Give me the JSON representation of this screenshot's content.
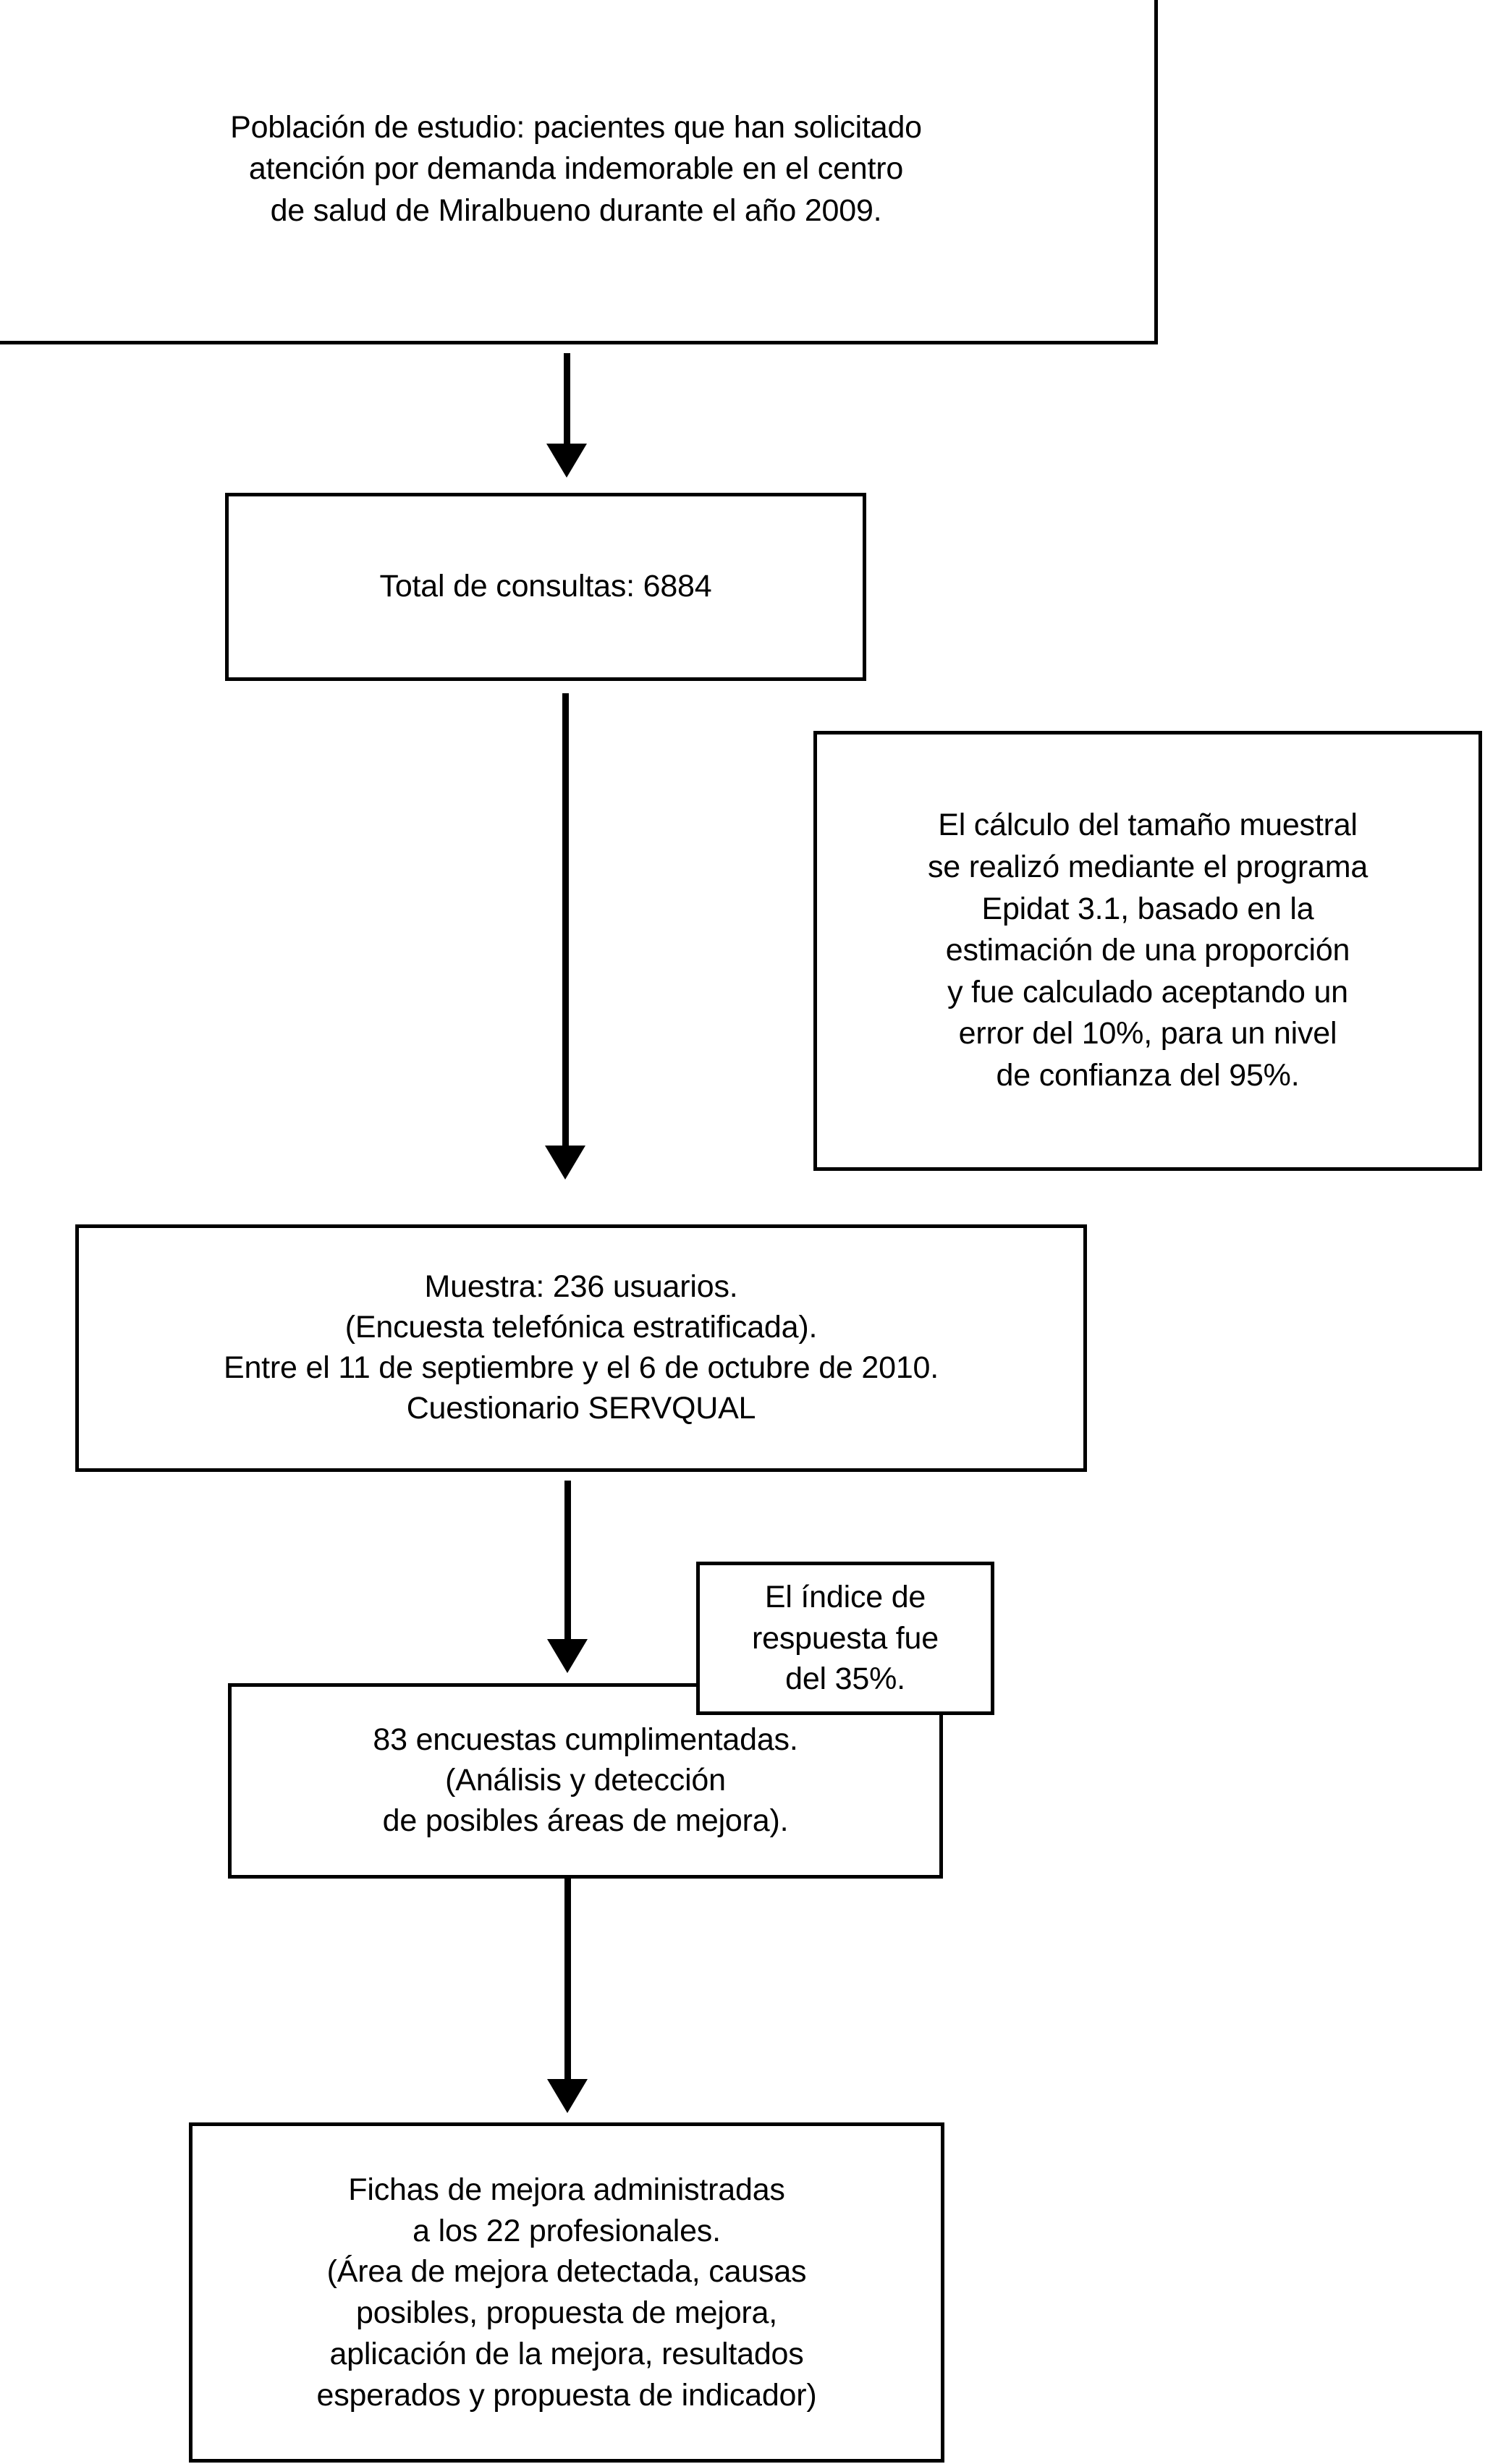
{
  "diagram": {
    "type": "flowchart",
    "orientation": "vertical",
    "background_color": "#ffffff",
    "line_color": "#000000",
    "text_color": "#000000",
    "nodes": [
      {
        "id": "poblacion",
        "text": "Población de estudio: pacientes que han solicitado\natención por demanda indemorable en el centro\nde salud de Miralbueno durante el año 2009."
      },
      {
        "id": "total",
        "text": "Total de consultas: 6884"
      },
      {
        "id": "calculo",
        "text": "El cálculo del tamaño muestral\nse realizó mediante el programa\nEpidat 3.1, basado en la\nestimación de una proporción\ny fue calculado aceptando un\nerror del 10%, para un nivel\nde confianza del 95%."
      },
      {
        "id": "muestra",
        "text": "Muestra: 236 usuarios.\n(Encuesta telefónica estratificada).\nEntre el 11 de septiembre y el 6 de octubre de 2010.\nCuestionario SERVQUAL"
      },
      {
        "id": "indice",
        "text": "El índice de\nrespuesta fue\ndel 35%."
      },
      {
        "id": "encuestas",
        "text": "83 encuestas cumplimentadas.\n(Análisis y detección\nde posibles áreas de mejora)."
      },
      {
        "id": "fichas",
        "text": "Fichas de mejora administradas\na los 22 profesionales.\n(Área de mejora detectada, causas\nposibles, propuesta de mejora,\naplicación de la mejora, resultados\nesperados y propuesta de indicador)"
      }
    ],
    "edges": [
      {
        "id": "arrow-1",
        "from": "poblacion",
        "to": "total",
        "marker": "arrowhead-down"
      },
      {
        "id": "arrow-2",
        "from": "total",
        "to": "muestra",
        "marker": "arrowhead-down"
      },
      {
        "id": "arrow-3",
        "from": "muestra",
        "to": "encuestas",
        "marker": "arrowhead-down"
      },
      {
        "id": "arrow-4",
        "from": "encuestas",
        "to": "fichas",
        "marker": "arrowhead-down"
      }
    ]
  }
}
